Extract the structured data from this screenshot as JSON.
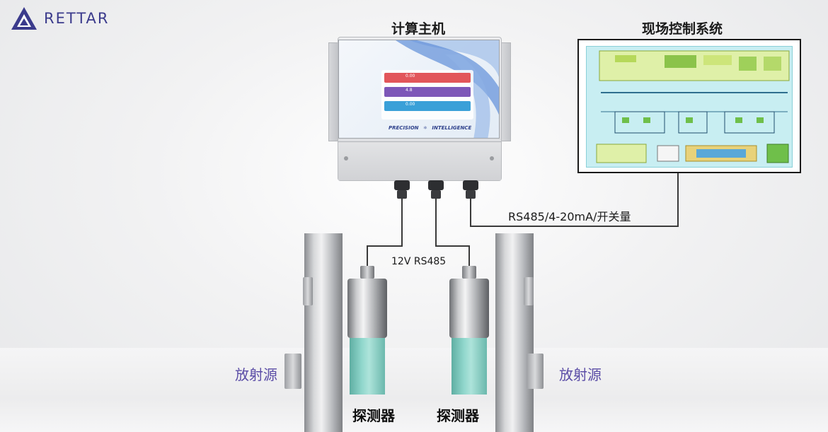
{
  "brand": {
    "name": "RETTAR",
    "color": "#3b3b8c"
  },
  "titles": {
    "host": "计算主机",
    "field": "现场控制系统"
  },
  "labels": {
    "rs485_link": "RS485/4-20mA/开关量",
    "sensor_link": "12V RS485",
    "source_left": "放射源",
    "source_right": "放射源",
    "detector_left": "探测器",
    "detector_right": "探测器"
  },
  "host_screen": {
    "readouts": [
      {
        "value": "0.00",
        "color": "#e2565a"
      },
      {
        "value": "4.8",
        "color": "#7d57b8"
      },
      {
        "value": "0.00",
        "color": "#3aa0d8"
      }
    ],
    "brand_line_left": "PRECISION",
    "brand_line_right": "INTELLIGENCE"
  },
  "colors": {
    "wire": "#3a3a3a",
    "source_text": "#5a4ca6",
    "crystal": "#86d4c8",
    "field_bg": "#c8eef2"
  },
  "icons": [
    "rettar-logo-icon",
    "cable-gland-icon",
    "atom-icon"
  ]
}
